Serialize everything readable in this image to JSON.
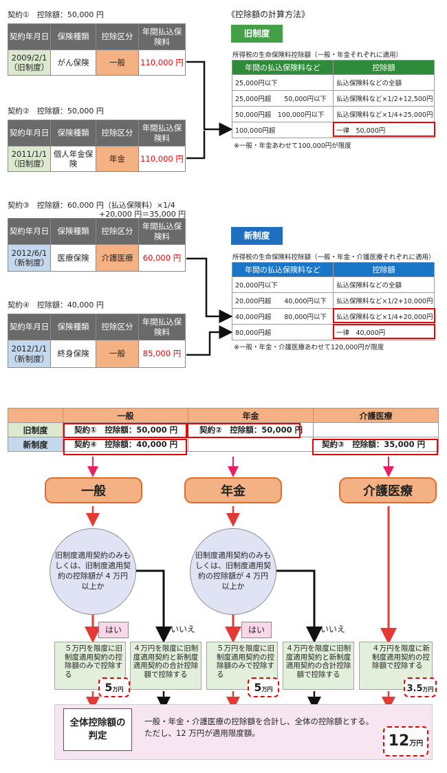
{
  "contracts": [
    {
      "title": "契約①　控除額：50,000 円",
      "title2": "",
      "date": "2009/2/1",
      "system": "（旧制度）",
      "type": "がん保険",
      "category": "一般",
      "premium": "110,000 円"
    },
    {
      "title": "契約②　控除額：50,000 円",
      "title2": "",
      "date": "2011/1/1",
      "system": "（旧制度）",
      "type": "個人年金保険",
      "category": "年金",
      "premium": "110,000 円"
    },
    {
      "title": "契約③　控除額：60,000 円（払込保険料）×1/4",
      "title2": "+20,000 円＝35,000 円",
      "date": "2012/6/1",
      "system": "（新制度）",
      "type": "医療保険",
      "category": "介護医療",
      "premium": "60,000 円"
    },
    {
      "title": "契約④　控除額：40,000 円",
      "title2": "",
      "date": "2012/1/1",
      "system": "（新制度）",
      "type": "終身保険",
      "category": "一般",
      "premium": "85,000 円"
    }
  ],
  "contract_headers": [
    "契約年月日",
    "保険種類",
    "控除区分",
    "年間払込保険料"
  ],
  "method_title": "《控除額の計算方法》",
  "old_system": {
    "badge": "旧制度",
    "caption": "所得税の生命保険料控除額（一般・年金それぞれに適用）",
    "headers": [
      "年間の払込保険料など",
      "控除額"
    ],
    "rows": [
      [
        "25,000円以下",
        "払込保険料などの全額"
      ],
      [
        "25,000円超　　50,000円以下",
        "払込保険料など×1/2+12,500円"
      ],
      [
        "50,000円超　100,000円以下",
        "払込保険料など×1/4+25,000円"
      ],
      [
        "100,000円超",
        "一律　50,000円"
      ]
    ],
    "note": "※一般・年金あわせて100,000円が限度"
  },
  "new_system": {
    "badge": "新制度",
    "caption": "所得税の生命保険料控除額（一般・年金・介護医療それぞれに適用）",
    "headers": [
      "年間の払込保険料など",
      "控除額"
    ],
    "rows": [
      [
        "20,000円以下",
        "払込保険料などの全額"
      ],
      [
        "20,000円超　　40,000円以下",
        "払込保険料など×1/2+10,000円"
      ],
      [
        "40,000円超　　80,000円以下",
        "払込保険料など×1/4+20,000円"
      ],
      [
        "80,000円超",
        "一律　40,000円"
      ]
    ],
    "note": "※一般・年金・介護医療あわせて120,000円が限度"
  },
  "summary": {
    "columns": [
      "一般",
      "年金",
      "介護医療"
    ],
    "row_old": {
      "label": "旧制度",
      "ippan": "契約①　控除額：50,000 円",
      "nenkin": "契約②　控除額：50,000 円",
      "kaigo": ""
    },
    "row_new": {
      "label": "新制度",
      "ippan": "契約④　控除額：40,000 円",
      "nenkin": "",
      "kaigo": "契約③　控除額：35,000 円"
    }
  },
  "flow": {
    "cat_ippan": "一般",
    "cat_nenkin": "年金",
    "cat_kaigo": "介護医療",
    "question": "旧制度適用契約のみもしくは、旧制度適用契約の控除額が 4 万円以上か",
    "yes": "はい",
    "no": "いいえ",
    "box_yes": "５万円を限度に旧制度適用契約の控除額のみで控除する",
    "box_no": "４万円を限度に旧制度適用契約と新制度適用契約の合計控除額で控除する",
    "box_kaigo": "４万円を限度に新制度適用契約の控除額で控除する",
    "amt_ippan_num": "5",
    "amt_ippan_unit": "万円",
    "amt_nenkin_num": "5",
    "amt_nenkin_unit": "万円",
    "amt_kaigo_num": "3.5",
    "amt_kaigo_unit": "万円",
    "total_label": "全体控除額の判定",
    "total_line1": "一般・年金・介護医療の控除額を合計し、全体の控除額とする。",
    "total_line2": "ただし、12 万円が適用限度額。",
    "total_num": "12",
    "total_unit": "万円"
  },
  "colors": {
    "old_badge": "#43a047",
    "new_badge": "#1f6fc0",
    "accent_red": "#e00000",
    "category": "#f4b183"
  }
}
